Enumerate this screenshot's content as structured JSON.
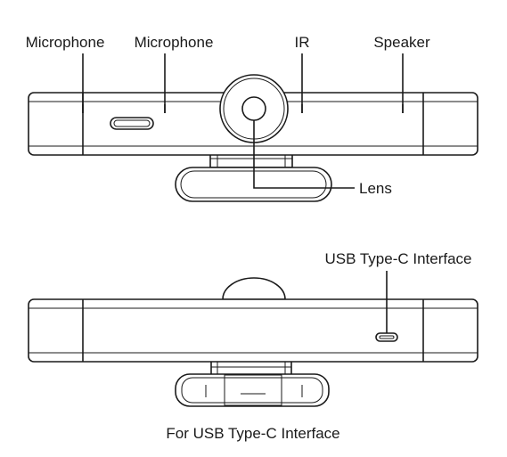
{
  "front_view": {
    "labels": {
      "microphone_left": "Microphone",
      "microphone_right": "Microphone",
      "ir": "IR",
      "speaker": "Speaker",
      "lens": "Lens"
    }
  },
  "rear_view": {
    "labels": {
      "usb_port": "USB Type-C Interface"
    },
    "caption": "For USB Type-C Interface"
  }
}
